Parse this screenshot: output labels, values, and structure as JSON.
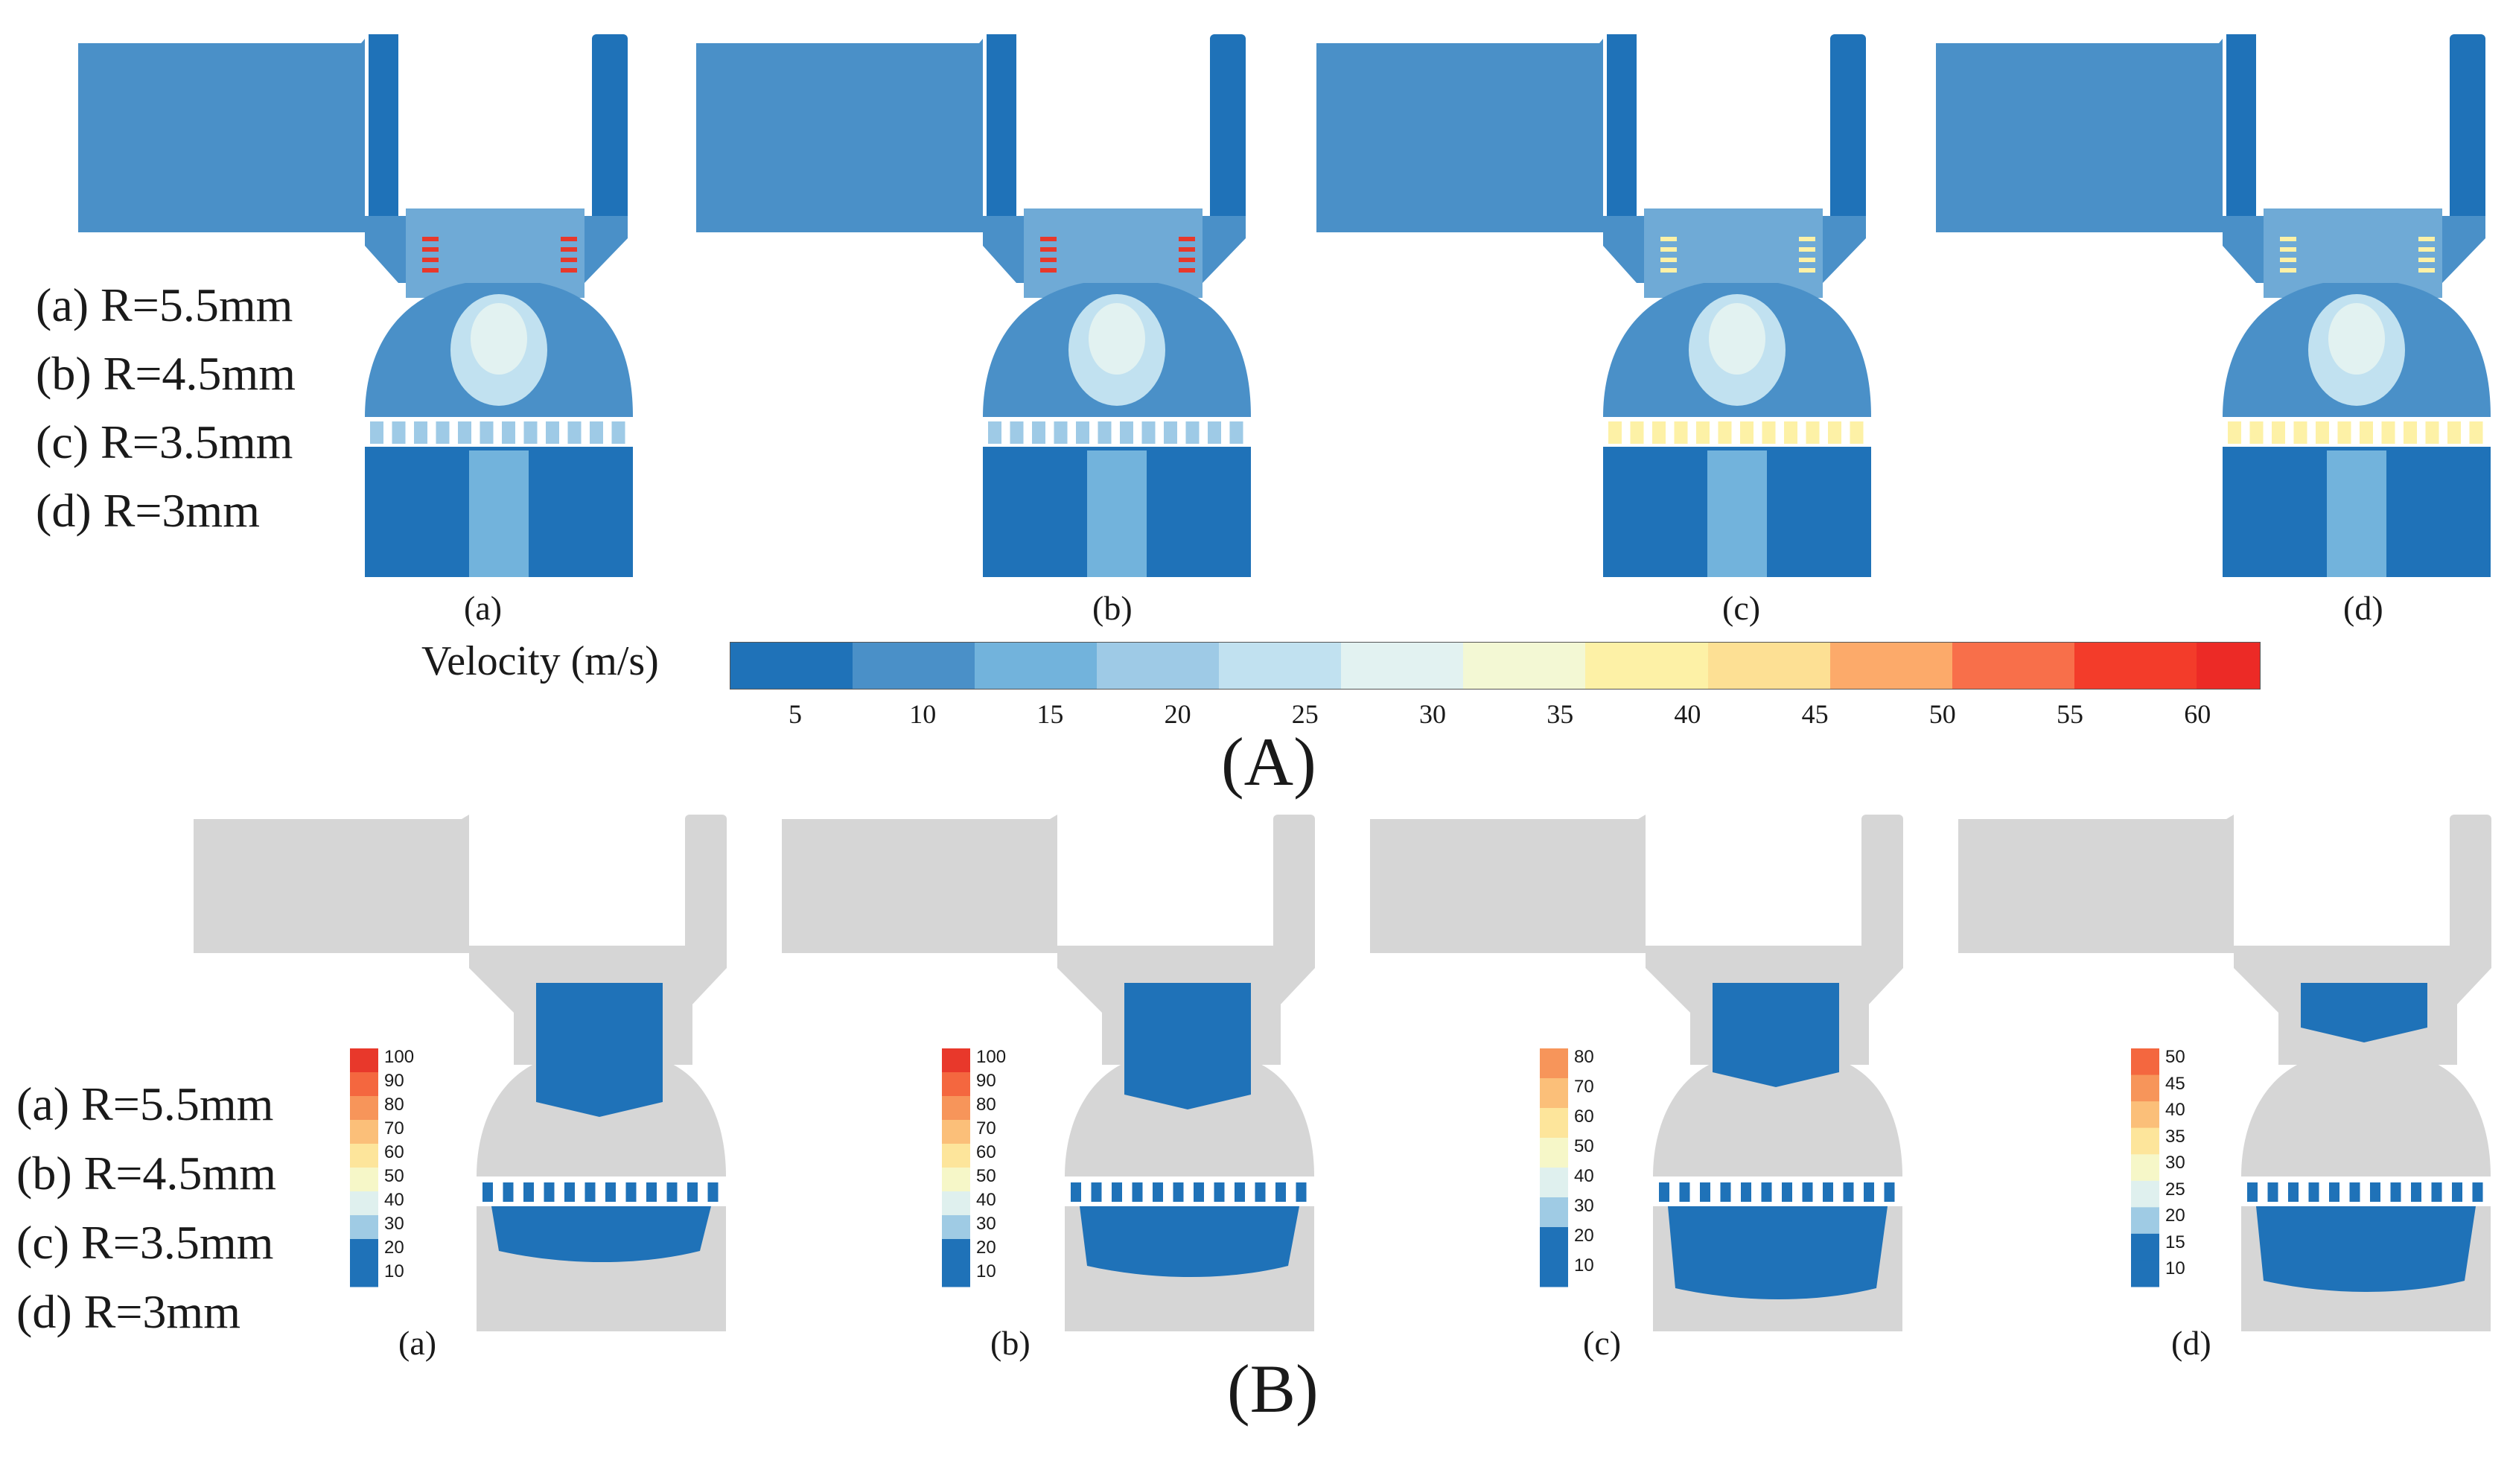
{
  "panel_A": {
    "label": "(A)",
    "case_labels": [
      "(a) R=5.5mm",
      "(b) R=4.5mm",
      "(c) R=3.5mm",
      "(d) R=3mm"
    ],
    "subfigures": [
      "(a)",
      "(b)",
      "(c)",
      "(d)"
    ],
    "colorbar": {
      "title": "Velocity (m/s)",
      "ticks": [
        "5",
        "10",
        "15",
        "20",
        "25",
        "30",
        "35",
        "40",
        "45",
        "50",
        "55",
        "60"
      ],
      "colors": [
        "#1f72b8",
        "#4a90c8",
        "#72b3dc",
        "#9ecae6",
        "#c1e1f0",
        "#e2f2f1",
        "#f3f8d4",
        "#fdf1a6",
        "#fde094",
        "#fcaa6a",
        "#f86f4a",
        "#f33c2a",
        "#ec2a26"
      ]
    }
  },
  "panel_B": {
    "label": "(B)",
    "case_labels": [
      "(a) R=5.5mm",
      "(b) R=4.5mm",
      "(c) R=3.5mm",
      "(d) R=3mm"
    ],
    "subfigures": [
      "(a)",
      "(b)",
      "(c)",
      "(d)"
    ],
    "legends": [
      [
        "100",
        "90",
        "80",
        "70",
        "60",
        "50",
        "40",
        "30",
        "20",
        "10"
      ],
      [
        "100",
        "90",
        "80",
        "70",
        "60",
        "50",
        "40",
        "30",
        "20",
        "10"
      ],
      [
        "80",
        "70",
        "60",
        "50",
        "40",
        "30",
        "20",
        "10"
      ],
      [
        "50",
        "45",
        "40",
        "35",
        "30",
        "25",
        "20",
        "15",
        "10"
      ]
    ],
    "legend_colors": [
      "#e8382b",
      "#f4673f",
      "#f7955a",
      "#fbbf79",
      "#fde59b",
      "#f6f7c8",
      "#dff0ee",
      "#9fcbe4",
      "#1f72b8",
      "#1f72b8"
    ]
  },
  "colors": {
    "flow_base": "#4a90c8",
    "flow_dark": "#1f72b8",
    "geometry_grey": "#d6d6d6",
    "highlight_red": "#e8382b",
    "highlight_yellow": "#fdf1a6"
  }
}
